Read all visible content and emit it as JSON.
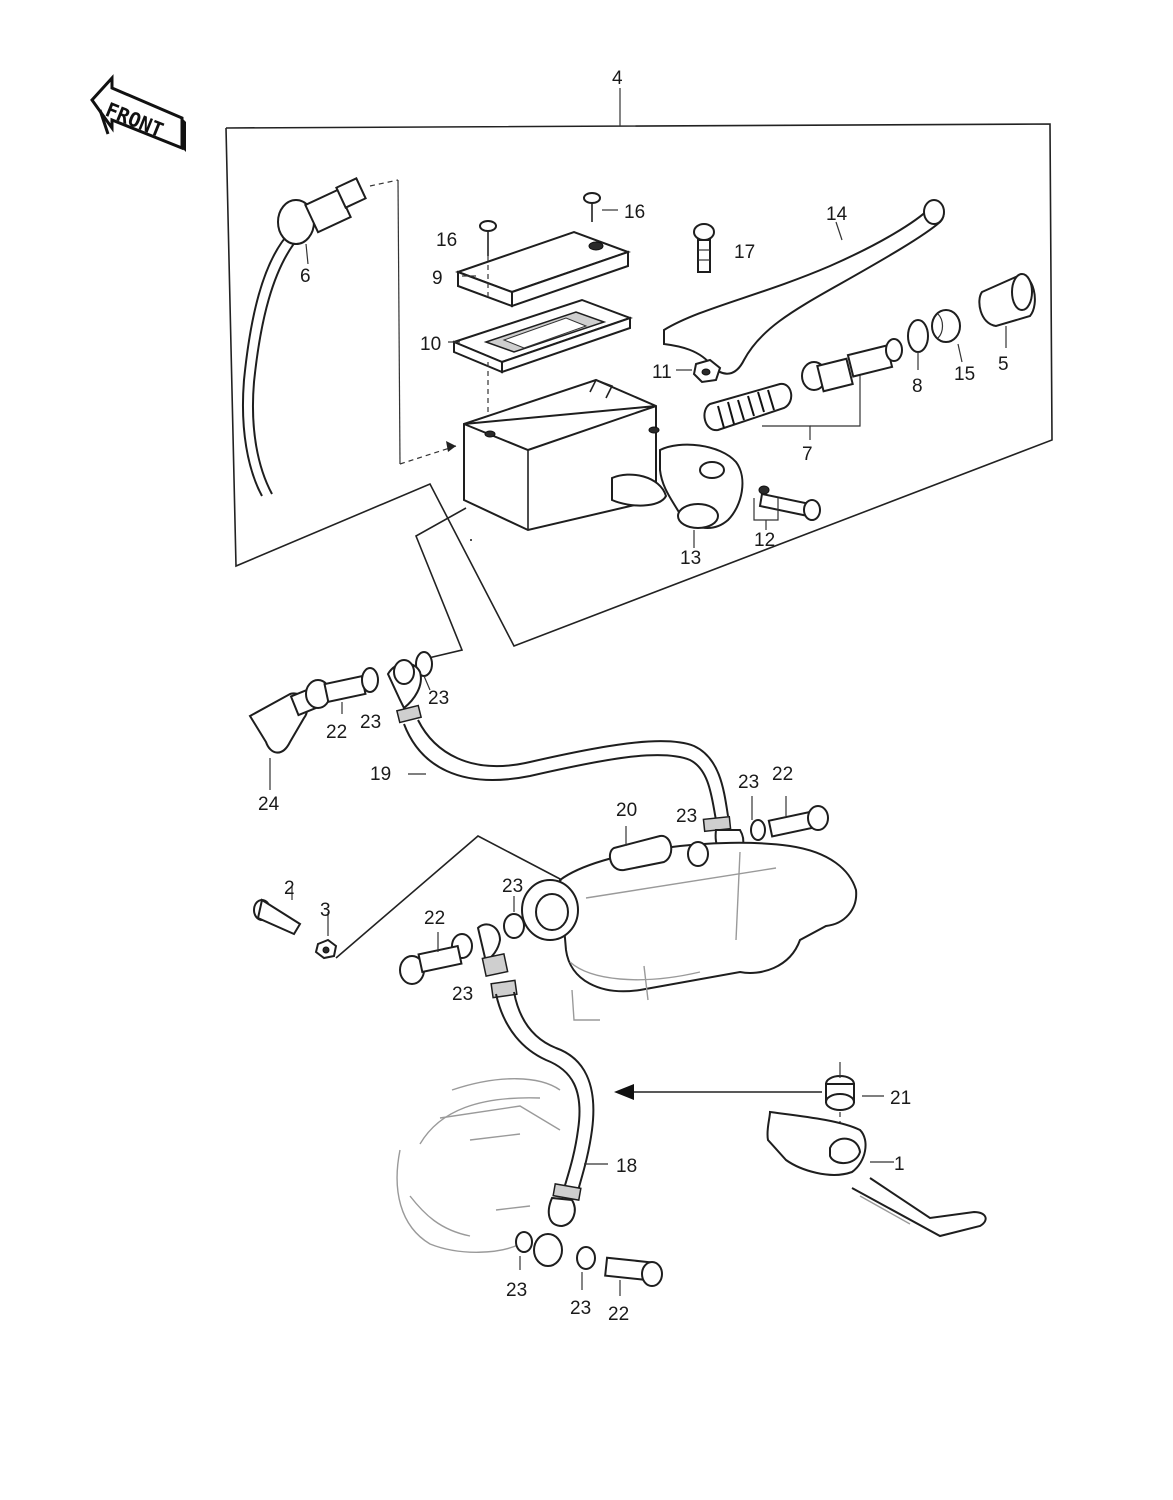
{
  "front_badge": "FRONT",
  "callouts": {
    "c4": "4",
    "c6": "6",
    "c16a": "16",
    "c16b": "16",
    "c9": "9",
    "c10": "10",
    "c14": "14",
    "c17": "17",
    "c11": "11",
    "c8": "8",
    "c15": "15",
    "c5": "5",
    "c7": "7",
    "c13": "13",
    "c12": "12",
    "c24": "24",
    "c22a": "22",
    "c23a": "23",
    "c23b": "23",
    "c19": "19",
    "c23c": "23",
    "c22b": "22",
    "c20": "20",
    "c23d": "23",
    "c2": "2",
    "c3": "3",
    "c23e": "23",
    "c22c": "22",
    "c23f": "23",
    "c21": "21",
    "c1": "1",
    "c18": "18",
    "c23g": "23",
    "c23h": "23",
    "c22d": "22"
  }
}
